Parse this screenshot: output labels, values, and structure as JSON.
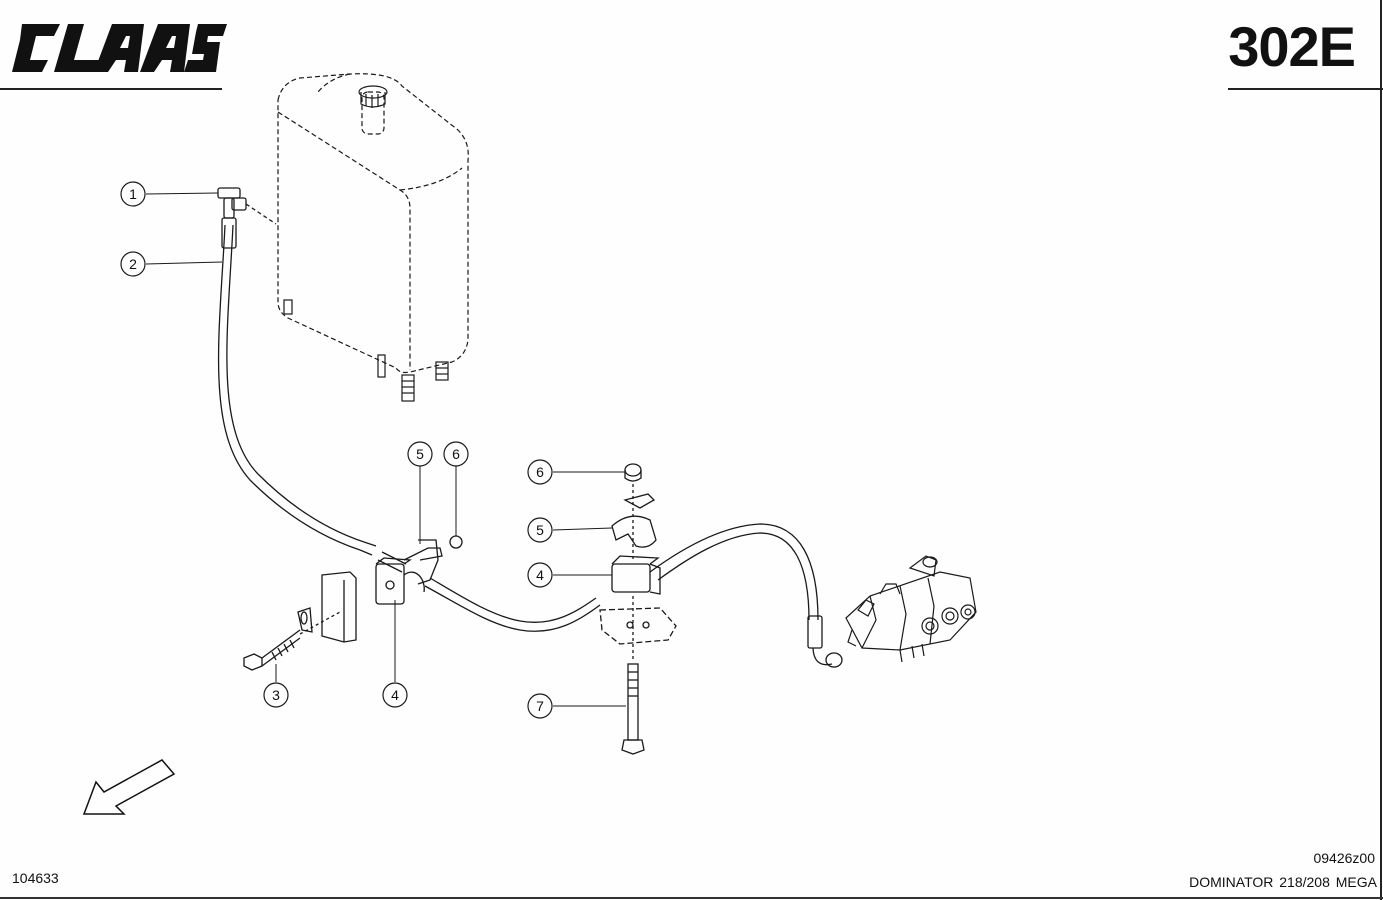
{
  "header": {
    "brand": "CLAAS",
    "sheet_number": "302E"
  },
  "footer": {
    "drawing_id": "104633",
    "drawing_code": "09426z00",
    "model": "DOMINATOR  218/208 MEGA"
  },
  "callouts": [
    "1",
    "2",
    "3",
    "4",
    "4",
    "5",
    "5",
    "6",
    "6",
    "7"
  ],
  "icons": {
    "logo": "claas-logo",
    "direction": "direction-arrow-icon"
  }
}
